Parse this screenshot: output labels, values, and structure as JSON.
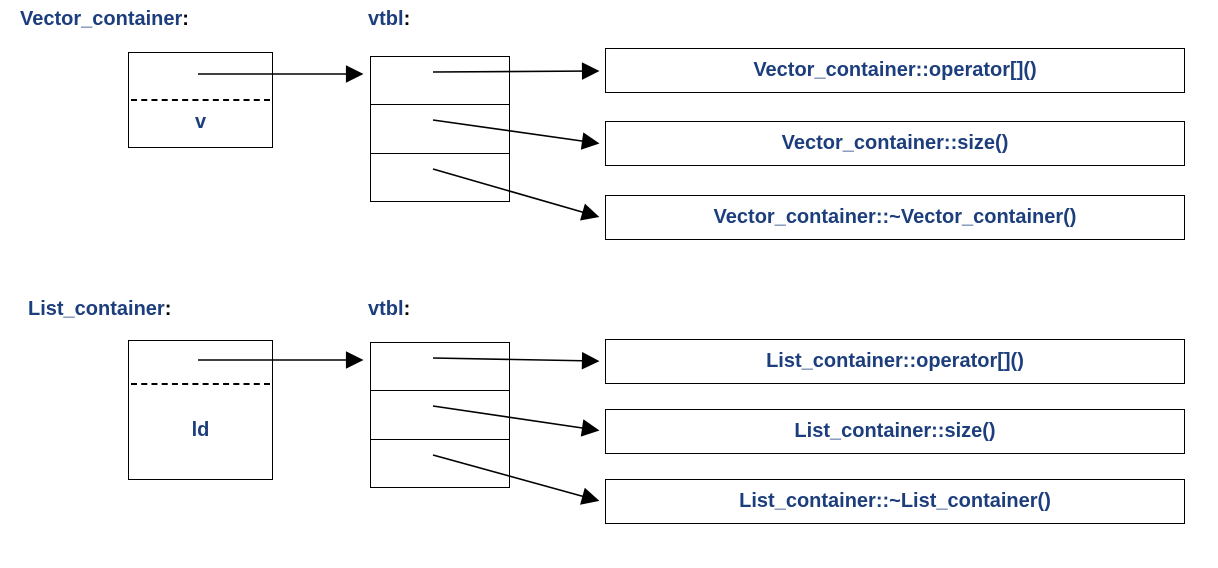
{
  "punctuation": {
    "colon": ":"
  },
  "colors": {
    "text_blue": "#1d3e7d",
    "line_black": "#000000",
    "background": "#ffffff"
  },
  "sections": [
    {
      "object_name": "Vector_container",
      "vtbl_name": "vtbl",
      "member": "v",
      "entries": [
        "Vector_container::operator[]()",
        "Vector_container::size()",
        "Vector_container::~Vector_container()"
      ]
    },
    {
      "object_name": "List_container",
      "vtbl_name": "vtbl",
      "member": "ld",
      "entries": [
        "List_container::operator[]()",
        "List_container::size()",
        "List_container::~List_container()"
      ]
    }
  ]
}
